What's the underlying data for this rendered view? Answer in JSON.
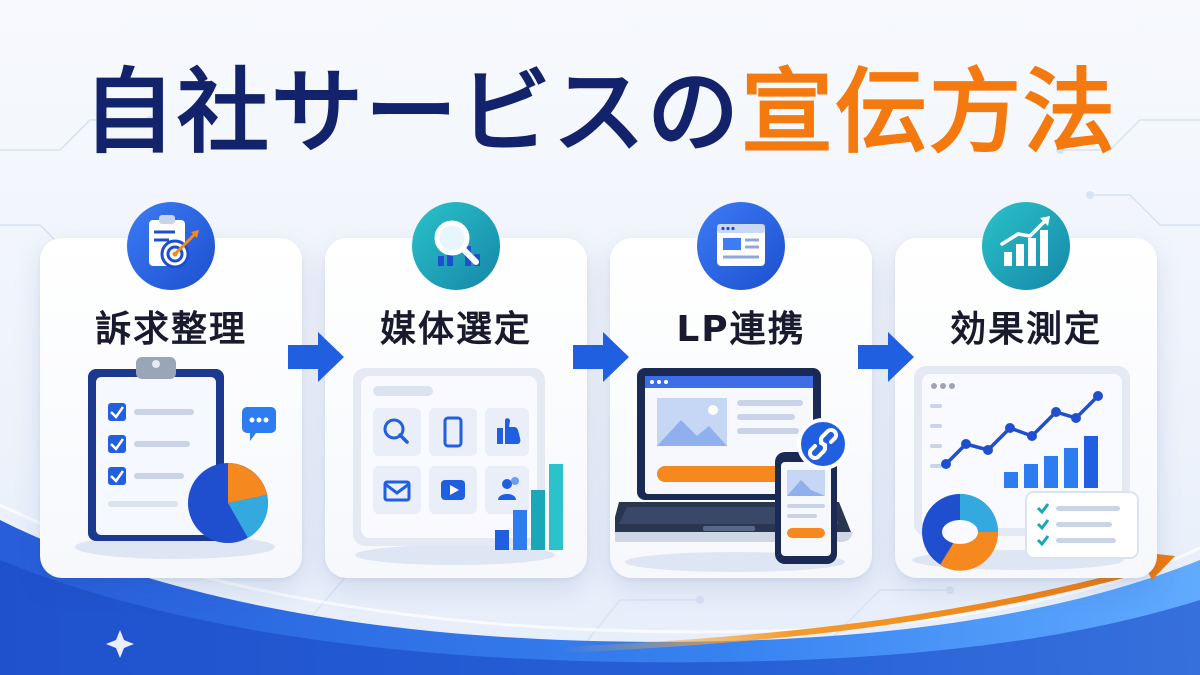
{
  "title": {
    "part1": "自社サービスの",
    "part2": "宣伝方法"
  },
  "steps": [
    {
      "label": "訴求整理",
      "icon": "clipboard-target-icon"
    },
    {
      "label": "媒体選定",
      "icon": "magnifier-chart-icon"
    },
    {
      "label": "LP連携",
      "icon": "browser-window-icon"
    },
    {
      "label": "効果測定",
      "icon": "growth-chart-icon"
    }
  ],
  "colors": {
    "title_navy": "#13236b",
    "title_orange": "#f47a10",
    "accent_blue": "#1f5fe0",
    "accent_teal": "#1aa7b8",
    "accent_orange": "#f5891f"
  }
}
